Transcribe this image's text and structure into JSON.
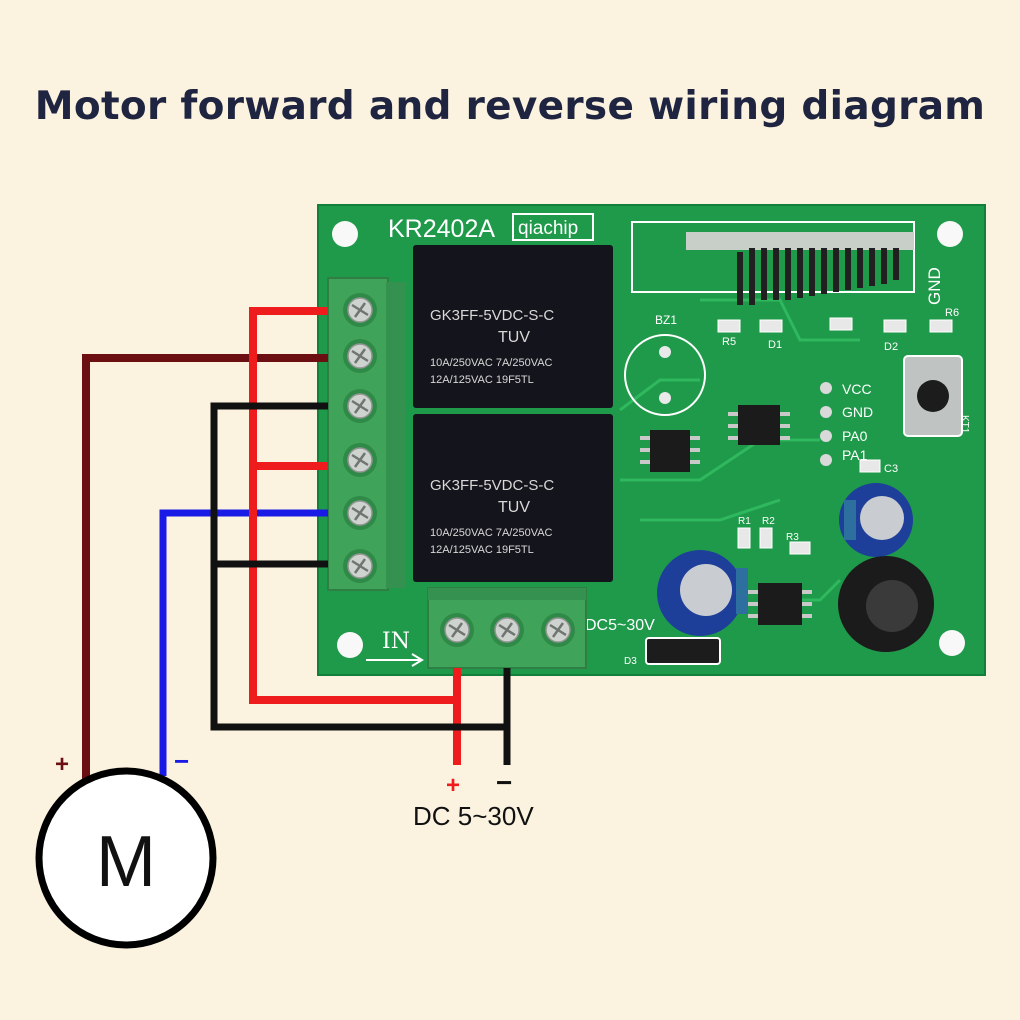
{
  "title": "Motor forward and reverse wiring diagram",
  "board": {
    "model": "KR2402A",
    "brand": "qiachip",
    "relay_top": {
      "model": "GK3FF-5VDC-S-C",
      "certs": "TUV",
      "rating1": "10A/250VAC  7A/250VAC",
      "rating2": "12A/125VAC    19F5TL"
    },
    "relay_bottom": {
      "model": "GK3FF-5VDC-S-C",
      "certs": "TUV",
      "rating1": "10A/250VAC  7A/250VAC",
      "rating2": "12A/125VAC    19F5TL"
    },
    "in_label": "IN",
    "dc_label": "DC5~30V",
    "gnd_label": "GND",
    "buzzer_label": "BZ1",
    "pins": [
      "VCC",
      "GND",
      "PA0",
      "PA1"
    ],
    "components": [
      "R5",
      "D1",
      "R6",
      "D2",
      "C3",
      "R1",
      "R2",
      "R3",
      "D3",
      "KT1"
    ]
  },
  "motor": {
    "symbol": "M",
    "plus": "+",
    "minus": "−"
  },
  "power": {
    "plus": "+",
    "minus": "−",
    "label": "DC 5~30V"
  },
  "colors": {
    "red": "#ee1c1c",
    "black": "#111111",
    "blue": "#1a1ae6",
    "brown": "#6b0f12",
    "pcb": "#1f9a4a",
    "terminal": "#3fa35a",
    "relay": "#14151c"
  }
}
